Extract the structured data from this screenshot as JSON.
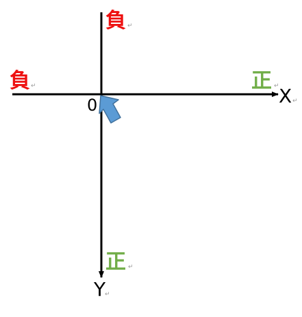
{
  "labels": {
    "negative": "負",
    "positive": "正",
    "x_axis": "X",
    "y_axis": "Y",
    "origin": "0",
    "paragraph_mark": "↵"
  },
  "colors": {
    "negative": "#ee1111",
    "positive": "#70ad47",
    "axis": "#000000",
    "cursor_fill": "#5b9bd5",
    "cursor_stroke": "#41719c"
  },
  "icons": {
    "cursor": "mouse-pointer-arrow-icon"
  }
}
